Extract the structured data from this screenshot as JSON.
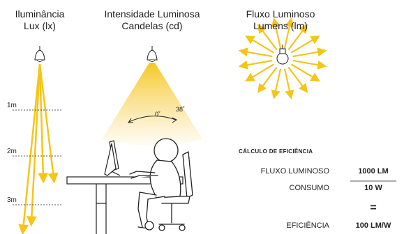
{
  "columns": [
    {
      "title": "Iluminância",
      "subtitle": "Lux (lx)"
    },
    {
      "title": "Intensidade Luminosa",
      "subtitle": "Candelas (cd)"
    },
    {
      "title": "Fluxo Luminoso",
      "subtitle": "Lumens (lm)"
    }
  ],
  "distances": [
    "1m",
    "2m",
    "3m"
  ],
  "angles": {
    "center": "0˚",
    "side": "38˚"
  },
  "calculation": {
    "title": "CÁLCULO DE EFICIÊNCIA",
    "rows": [
      {
        "label": "FLUXO LUMINOSO",
        "value": "1000 LM"
      },
      {
        "label": "CONSUMO",
        "value": "10 W"
      }
    ],
    "equals": "=",
    "result_label": "EFICIÊNCIA",
    "result_value": "100 LM/W"
  },
  "colors": {
    "arrow": "#f5c518",
    "beam": "#f7d772",
    "line": "#222222"
  }
}
